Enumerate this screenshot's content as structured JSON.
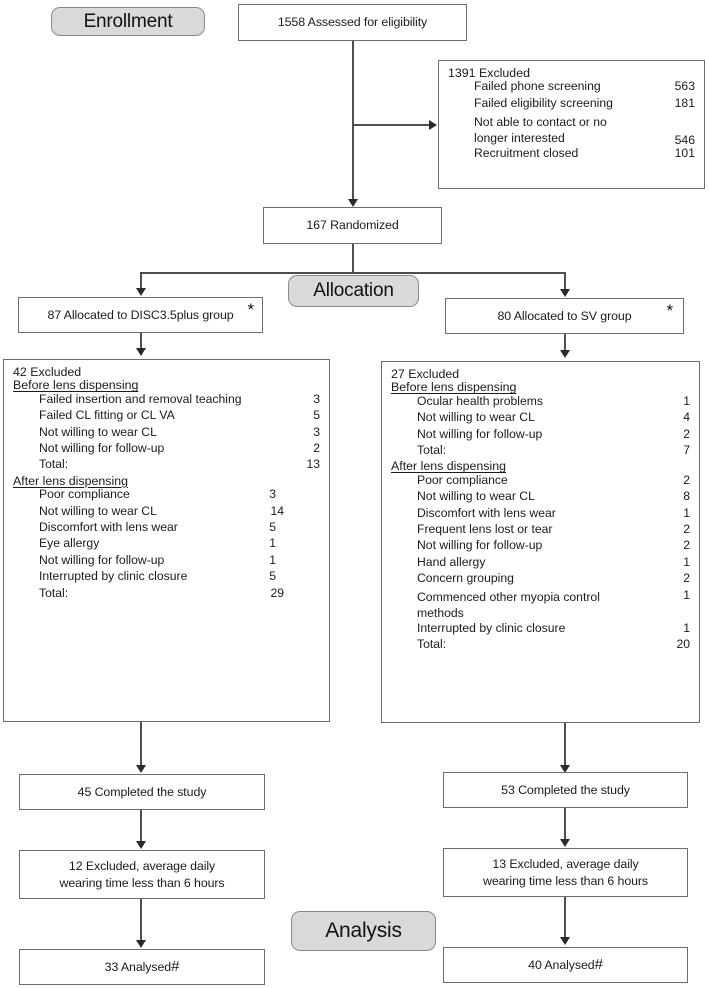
{
  "figure": {
    "type": "consort-flow-diagram",
    "stages": [
      {
        "id": "enrollment",
        "label": "Enrollment"
      },
      {
        "id": "allocation",
        "label": "Allocation"
      },
      {
        "id": "analysis",
        "label": "Analysis"
      }
    ]
  },
  "enrollment": {
    "assessed": {
      "text": "1558 Assessed for eligibility",
      "n": 1558
    },
    "excluded": {
      "title": "1391 Excluded",
      "n": 1391,
      "reasons": [
        {
          "label": "Failed phone screening",
          "value": "563"
        },
        {
          "label": "Failed eligibility screening",
          "value": "181"
        },
        {
          "label": "Not able to contact or no longer interested",
          "value": "546"
        },
        {
          "label": "Recruitment closed",
          "value": "101"
        }
      ]
    },
    "randomized": {
      "text": "167 Randomized",
      "n": 167
    }
  },
  "allocation": {
    "left": {
      "text": "87 Allocated to DISC3.5plus group",
      "n": 87,
      "marker": "*"
    },
    "right": {
      "text": "80 Allocated to SV group",
      "n": 80,
      "marker": "*"
    }
  },
  "exclusions": {
    "left": {
      "title": "42 Excluded",
      "n": 42,
      "groups": [
        {
          "heading": "Before lens dispensing",
          "rows": [
            {
              "label": "Failed insertion and removal teaching",
              "value": "3"
            },
            {
              "label": "Failed CL fitting or CL VA",
              "value": "5"
            },
            {
              "label": "Not willing to wear CL",
              "value": "3"
            },
            {
              "label": "Not willing for follow-up",
              "value": "2"
            },
            {
              "label": "Total:",
              "value": "13"
            }
          ]
        },
        {
          "heading": "After lens dispensing",
          "rows": [
            {
              "label": "Poor compliance",
              "value": "3"
            },
            {
              "label": "Not willing to wear CL",
              "value": "14"
            },
            {
              "label": "Discomfort with lens wear",
              "value": "5"
            },
            {
              "label": "Eye allergy",
              "value": "1"
            },
            {
              "label": "Not willing for follow-up",
              "value": "1"
            },
            {
              "label": "Interrupted by clinic closure",
              "value": "5"
            },
            {
              "label": "Total:",
              "value": "29"
            }
          ]
        }
      ]
    },
    "right": {
      "title": "27 Excluded",
      "n": 27,
      "groups": [
        {
          "heading": "Before lens dispensing",
          "rows": [
            {
              "label": "Ocular health problems",
              "value": "1"
            },
            {
              "label": "Not willing to wear CL",
              "value": "4"
            },
            {
              "label": "Not willing for follow-up",
              "value": "2"
            },
            {
              "label": "Total:",
              "value": "7"
            }
          ]
        },
        {
          "heading": "After lens dispensing",
          "rows": [
            {
              "label": "Poor compliance",
              "value": "2"
            },
            {
              "label": "Not willing to wear CL",
              "value": "8"
            },
            {
              "label": "Discomfort with lens wear",
              "value": "1"
            },
            {
              "label": "Frequent lens lost or tear",
              "value": "2"
            },
            {
              "label": "Not willing for follow-up",
              "value": "2"
            },
            {
              "label": "Hand allergy",
              "value": "1"
            },
            {
              "label": "Concern grouping",
              "value": "2"
            },
            {
              "label": "Commenced other myopia control methods",
              "value": "1"
            },
            {
              "label": "Interrupted by clinic closure",
              "value": "1"
            },
            {
              "label": "Total:",
              "value": "20"
            }
          ]
        }
      ]
    }
  },
  "followup": {
    "left_completed": {
      "text": "45 Completed the study",
      "n": 45
    },
    "right_completed": {
      "text": "53 Completed the study",
      "n": 53
    },
    "left_excluded": {
      "line1": "12 Excluded, average daily",
      "line2": "wearing time less than 6 hours",
      "n": 12
    },
    "right_excluded": {
      "line1": "13 Excluded, average daily",
      "line2": "wearing time less than 6 hours",
      "n": 13
    }
  },
  "analysis": {
    "left": {
      "text": "33 Analysed",
      "n": 33,
      "marker": "#"
    },
    "right": {
      "text": "40 Analysed",
      "n": 40,
      "marker": "#"
    }
  },
  "colors": {
    "stage_fill": "#d9d9d9",
    "box_border": "#6d6d6d",
    "connector": "#4f4f4f",
    "text": "#1b1b1b"
  }
}
